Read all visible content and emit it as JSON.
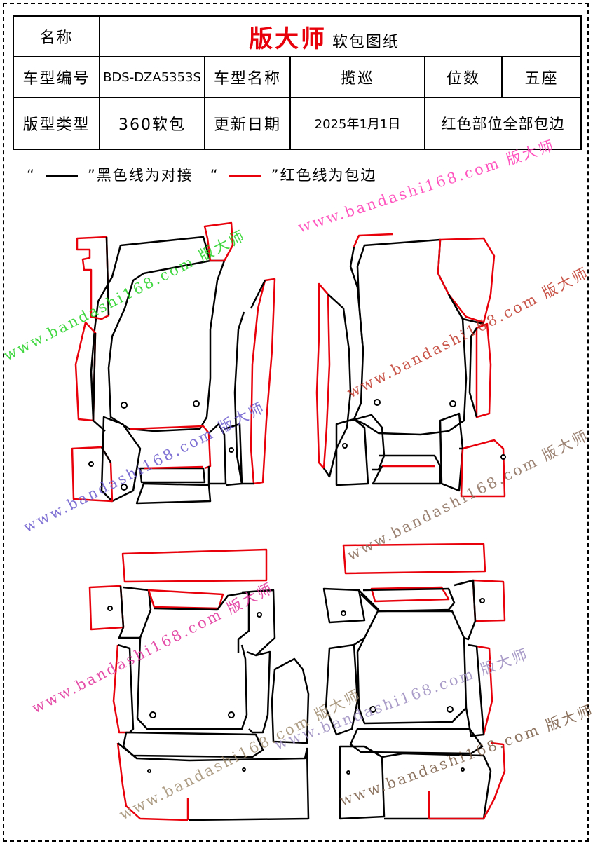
{
  "header": {
    "name_label": "名称",
    "brand": "版大师",
    "subtitle": "软包图纸",
    "model_code_label": "车型编号",
    "model_code": "BDS-DZA5353S",
    "model_name_label": "车型名称",
    "model_name": "揽巡",
    "seats_label": "位数",
    "seats": "五座",
    "type_label": "版型类型",
    "type": "360软包",
    "update_label": "更新日期",
    "update_date": "2025年1月1日",
    "note": "红色部位全部包边"
  },
  "legend": {
    "quote_open": "“",
    "quote_close": "”",
    "black_text": "黑色线为对接",
    "red_text": "红色线为包边"
  },
  "watermarks": [
    {
      "text": "www.bandashi168.com 版大师",
      "color": "#1fd11f"
    },
    {
      "text": "www.bandashi168.com 版大师",
      "color": "#ff3ab5"
    },
    {
      "text": "www.bandashi168.com 版大师",
      "color": "#c0392b"
    },
    {
      "text": "www.bandashi168.com 版大师",
      "color": "#6a5acd"
    },
    {
      "text": "www.bandashi168.com 版大师",
      "color": "#8a6d5a"
    },
    {
      "text": "www.bandashi168.com 版大师",
      "color": "#e0309a"
    },
    {
      "text": "www.bandashi168.com 版大师",
      "color": "#a08d70"
    },
    {
      "text": "www.bandashi168.com 版大师",
      "color": "#9b8bbf"
    },
    {
      "text": "www.bandashi168.com 版大师",
      "color": "#7a5c45"
    }
  ],
  "colors": {
    "edge_red": "#e8000a",
    "seam_black": "#000000"
  }
}
